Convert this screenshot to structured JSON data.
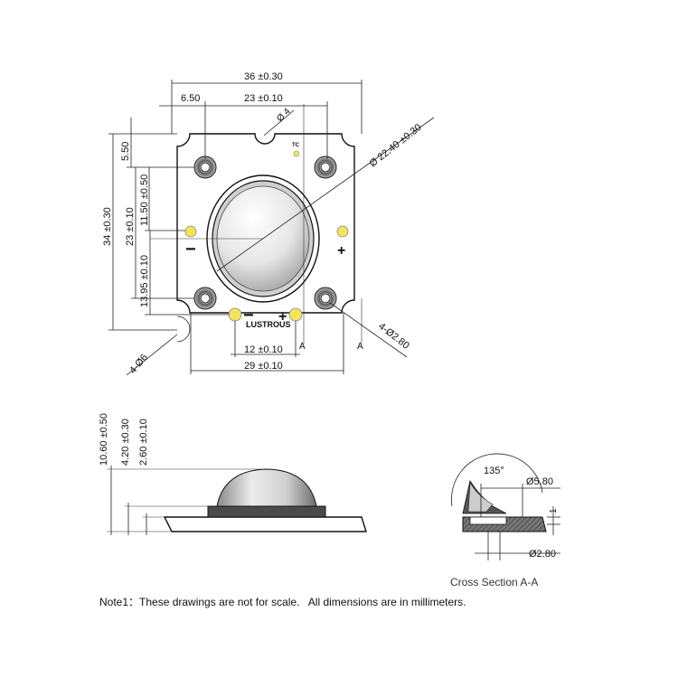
{
  "top_view": {
    "dim_width_overall": "36 ±0.30",
    "dim_left_offset": "6.50",
    "dim_hole_spacing_x": "23 ±0.10",
    "dim_notch_diameter": "Ø 4",
    "dim_lens_diameter": "Ø 22.40 ±0.30",
    "dim_top_offset": "5.50",
    "dim_height_overall": "34 ±0.30",
    "dim_hole_spacing_y": "23 ±0.10",
    "dim_pad_offset": "11.50 ±0.50",
    "dim_pad_spacing": "13.95 ±0.10",
    "dim_pad_spacing_bottom": "12 ±0.10",
    "dim_width_inner": "29 ±0.10",
    "dim_corner_cut": "4-Ø6",
    "dim_mounting_hole": "4-Ø2.80",
    "section_marker": "A",
    "tc_label": "TC",
    "brand_label": "LUSTROUS",
    "minus_label": "−",
    "plus_label": "+",
    "side_minus": "−",
    "side_plus": "+"
  },
  "side_view": {
    "dim_total_height": "10.60 ±0.50",
    "dim_lens_base_height": "4.20 ±0.30",
    "dim_board_height": "2.60 ±0.10"
  },
  "cross_section": {
    "dim_angle": "135°",
    "dim_top_diameter": "Ø5.80",
    "dim_depth": "1",
    "dim_bottom_diameter": "Ø2.80",
    "caption": "Cross Section A-A"
  },
  "note": "Note1：These drawings are not for scale.   All dimensions are in millimeters.",
  "colors": {
    "pad_yellow": "#f5e35c",
    "line": "#222222"
  }
}
